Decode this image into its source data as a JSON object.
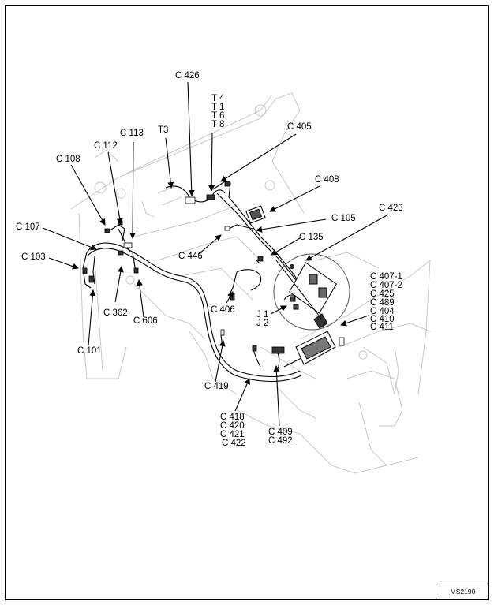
{
  "figure": {
    "id": "MS2190",
    "description": "Wiring harness connector locations"
  },
  "colors": {
    "ink": "#000000",
    "machine_outline": "#c8c8c8",
    "background": "#ffffff"
  },
  "callouts": {
    "c426": "C 426",
    "t_group": [
      "T 4",
      "T 1",
      "T 6",
      "T 8"
    ],
    "t3": "T3",
    "c113": "C 113",
    "c112": "C 112",
    "c108": "C 108",
    "c405": "C 405",
    "c408": "C 408",
    "c423": "C 423",
    "c105": "C 105",
    "c135": "C 135",
    "c107": "C 107",
    "c103": "C 103",
    "c446": "C 446",
    "c362": "C 362",
    "c606": "C 606",
    "c406": "C 406",
    "c101": "C 101",
    "j_group": [
      "J 1",
      "J 2"
    ],
    "right_group": [
      "C 407-1",
      "C 407-2",
      "C 425",
      "C 489",
      "C 404",
      "C 410",
      "C 411"
    ],
    "c419": "C 419",
    "bottom_group": [
      "C 418",
      "C 420",
      "C 421",
      "C 422"
    ],
    "c409_group": [
      "C 409",
      "C 492"
    ]
  }
}
